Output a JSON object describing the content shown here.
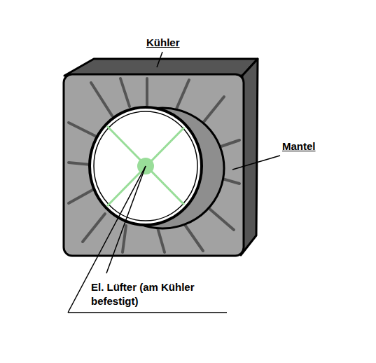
{
  "diagram": {
    "labels": [
      "Kühler",
      "Mantel",
      "El. Lüfter (am Kühler befestigt)"
    ]
  }
}
